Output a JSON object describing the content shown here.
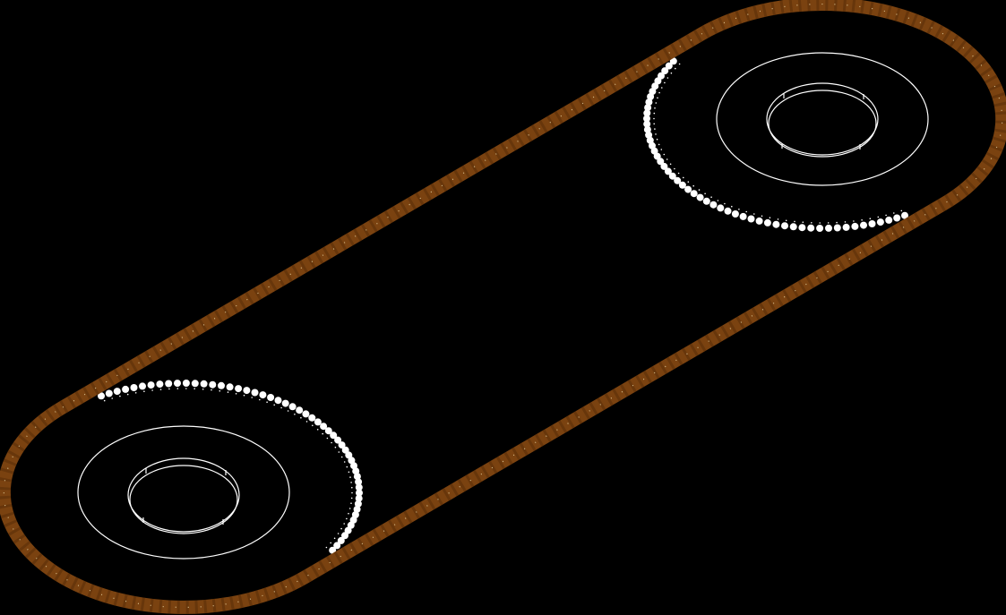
{
  "colors": {
    "background": "#000000",
    "chain": "#7a4210",
    "chain_highlight": "#f3e2b0",
    "sprocket_lines": "#ffffff"
  },
  "drawing": {
    "view": "isometric",
    "objects": [
      "roller-chain",
      "sprocket-left",
      "sprocket-right"
    ]
  }
}
